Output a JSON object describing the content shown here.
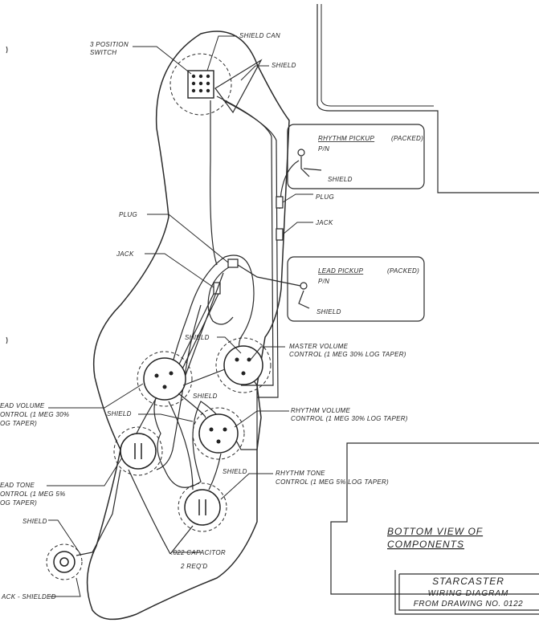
{
  "labels": {
    "switch_l1": "3 POSITION",
    "switch_l2": "SWITCH",
    "shield_can": "SHIELD CAN",
    "shield_switch": "SHIELD",
    "rhythm_pickup_l1": "RHYTHM PICKUP",
    "rhythm_pickup_packed": "(PACKED)",
    "rhythm_pickup_pn": "P/N",
    "rhythm_pickup_shield": "SHIELD",
    "plug_right": "PLUG",
    "jack_right": "JACK",
    "plug_left": "PLUG",
    "jack_left": "JACK",
    "lead_pickup_l1": "LEAD PICKUP",
    "lead_pickup_packed": "(PACKED)",
    "lead_pickup_pn": "P/N",
    "lead_pickup_shield": "SHIELD",
    "master_vol_l1": "MASTER VOLUME",
    "master_vol_l2": "CONTROL (1 MEG 30% LOG TAPER)",
    "shield_master": "SHIELD",
    "lead_vol_l1": "EAD VOLUME",
    "lead_vol_l2": "ONTROL (1 MEG 30%",
    "lead_vol_l3": "OG TAPER)",
    "shield_mid": "SHIELD",
    "shield_left": "SHIELD",
    "rhythm_vol_l1": "RHYTHM VOLUME",
    "rhythm_vol_l2": "CONTROL (1 MEG 30% LOG TAPER)",
    "lead_tone_l1": "EAD TONE",
    "lead_tone_l2": "ONTROL (1 MEG 5%",
    "lead_tone_l3": "OG TAPER)",
    "shield_tone": "SHIELD",
    "rhythm_tone_l1": "RHYTHM TONE",
    "rhythm_tone_l2": "CONTROL (1 MEG 5% LOG TAPER)",
    "shield_jack": "SHIELD",
    "jack_shielded": "ACK - SHIELDED",
    "capacitor_l1": ".022 CAPACITOR",
    "capacitor_l2": "2 REQ'D",
    "bottom_view_l1": "BOTTOM VIEW OF",
    "bottom_view_l2": "COMPONENTS",
    "title_l1": "STARCASTER",
    "title_l2": "WIRING DIAGRAM",
    "title_l3": "FROM DRAWING NO. 0122"
  }
}
